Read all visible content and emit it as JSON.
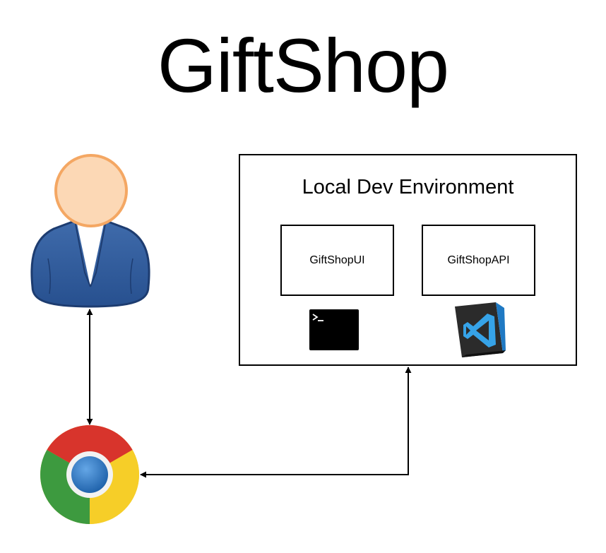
{
  "diagram": {
    "title": "GiftShop",
    "environment": {
      "title": "Local Dev Environment",
      "services": [
        {
          "label": "GiftShopUI"
        },
        {
          "label": "GiftShopAPI"
        }
      ]
    },
    "nodes": [
      {
        "id": "user",
        "icon": "user-icon"
      },
      {
        "id": "browser",
        "icon": "chrome-icon"
      },
      {
        "id": "terminal",
        "icon": "terminal-icon"
      },
      {
        "id": "editor",
        "icon": "vscode-icon"
      }
    ],
    "edges": [
      {
        "from": "user",
        "to": "browser",
        "direction": "both"
      },
      {
        "from": "browser",
        "to": "environment",
        "direction": "both"
      }
    ]
  }
}
